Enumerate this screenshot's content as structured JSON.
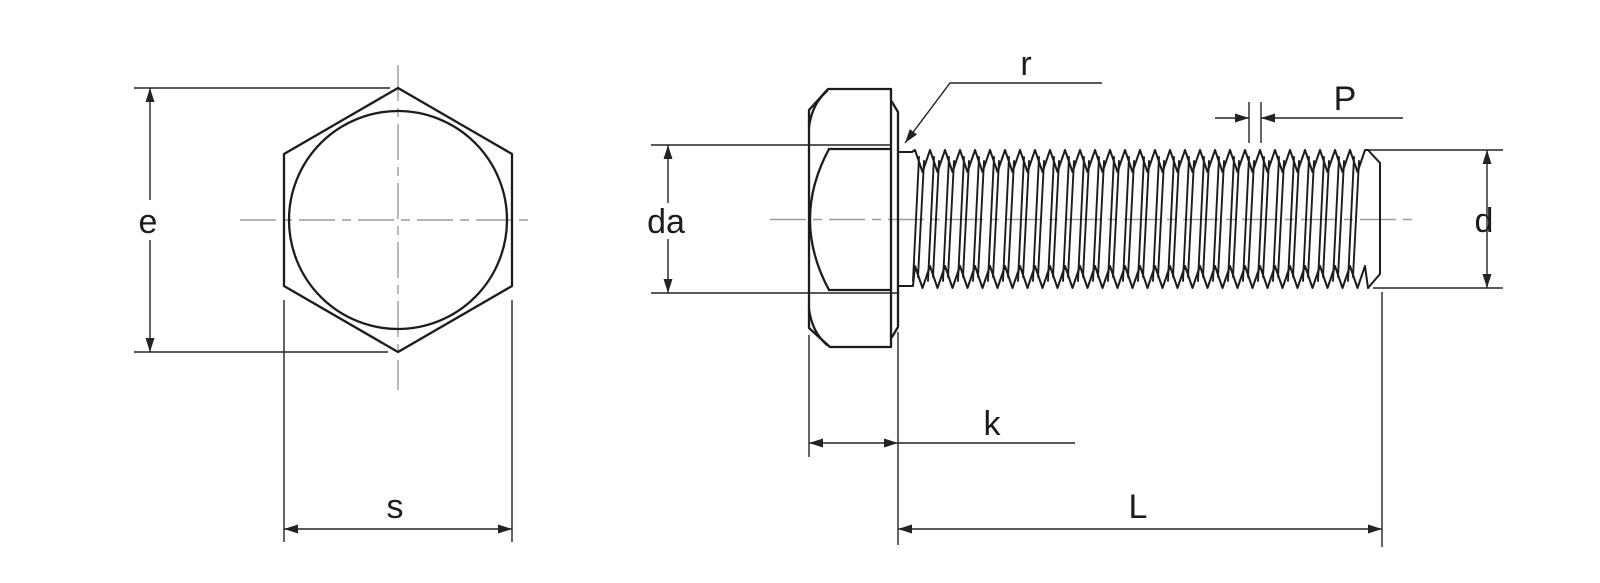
{
  "drawing": {
    "title": "hex-bolt-dimension-drawing",
    "colors": {
      "background": "#ffffff",
      "line": "#1c1c1c",
      "dimension": "#232323",
      "centerline": "#9b9b9b"
    },
    "views": {
      "end_view": {
        "labels": {
          "e": "e",
          "s": "s"
        }
      },
      "side_view": {
        "labels": {
          "da": "da",
          "r": "r",
          "p": "P",
          "d": "d",
          "k": "k",
          "l": "L"
        }
      }
    }
  }
}
